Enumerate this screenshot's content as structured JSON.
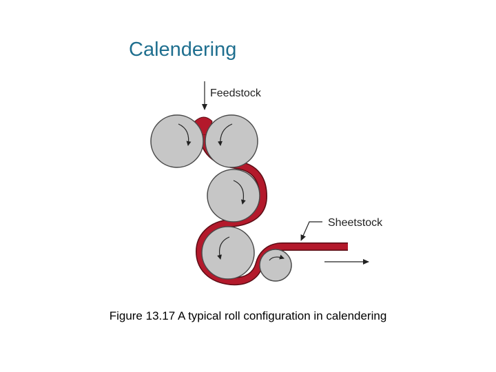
{
  "slide": {
    "title": "Calendering",
    "caption": "Figure 13.17  A typical roll configuration in calendering"
  },
  "diagram": {
    "labels": {
      "feedstock": "Feedstock",
      "sheetstock": "Sheetstock"
    },
    "colors": {
      "roll_fill": "#c6c6c6",
      "roll_stroke": "#4a4a4a",
      "material": "#b3192b",
      "material_edge": "#5a0c14",
      "arrow": "#222222",
      "title": "#1f6f8f"
    },
    "roll_count": 5
  }
}
